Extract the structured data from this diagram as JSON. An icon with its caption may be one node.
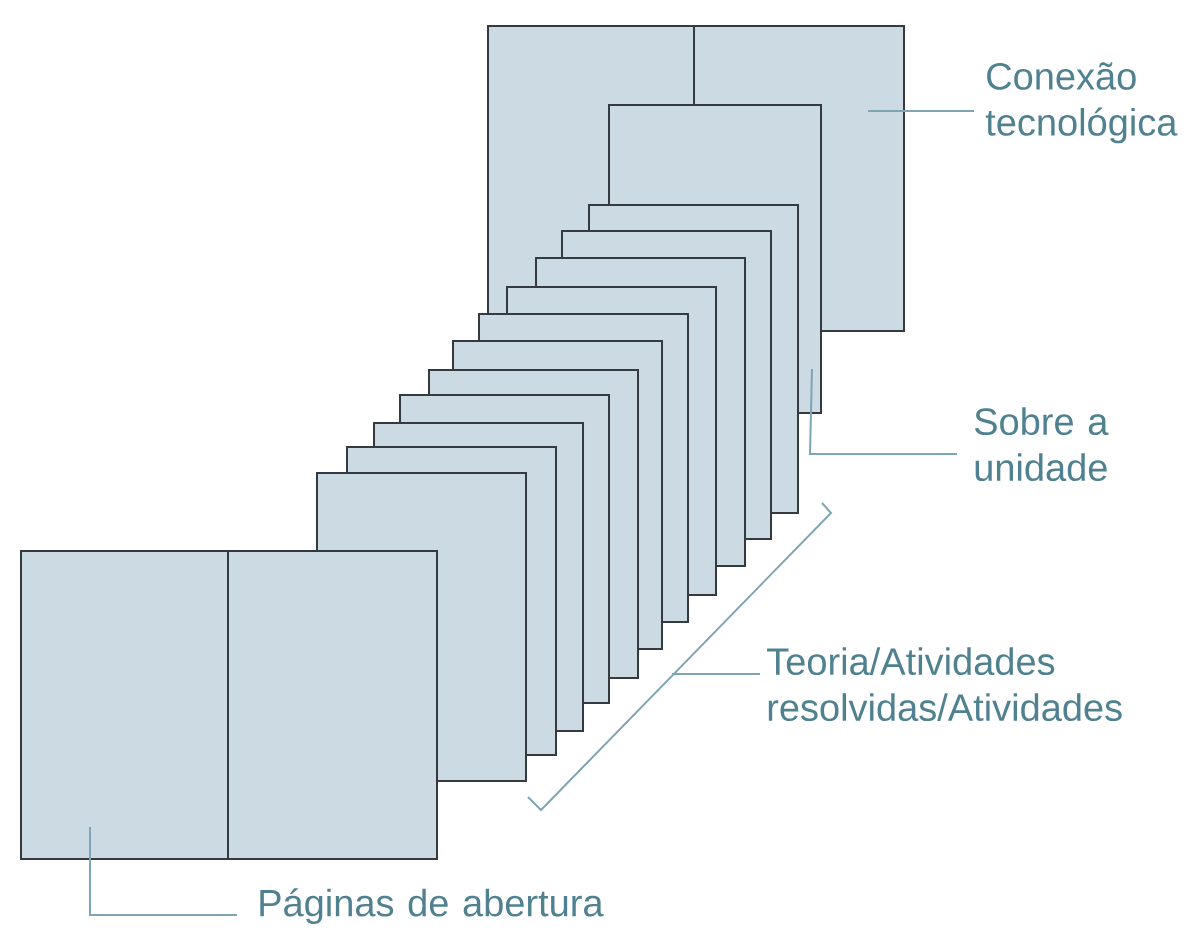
{
  "diagram": {
    "nodes": [
      {
        "text": [],
        "shape": "box"
      },
      {
        "text": [],
        "shape": "box"
      },
      {
        "text": [],
        "shape": "box"
      },
      {
        "text": [],
        "shape": "box"
      },
      {
        "text": [],
        "shape": "box"
      },
      {
        "text": [],
        "shape": "box"
      },
      {
        "text": [],
        "shape": "box"
      },
      {
        "text": [],
        "shape": "box"
      },
      {
        "text": [],
        "shape": "box"
      },
      {
        "text": [],
        "shape": "box"
      },
      {
        "text": [],
        "shape": "box"
      },
      {
        "text": [],
        "shape": "box"
      },
      {
        "text": [],
        "shape": "box"
      },
      {
        "text": [],
        "shape": "box"
      },
      {
        "text": [],
        "shape": "bracket"
      },
      {
        "text": [
          "Conexão tecnológica"
        ]
      },
      {
        "text": [
          "Sobre a unidade"
        ]
      },
      {
        "text": [
          "Teoria/Atividades resolvidas/Atividades"
        ]
      },
      {
        "text": [
          "Páginas de abertura"
        ]
      }
    ],
    "edges": [
      {
        "from": 15,
        "to": 0,
        "arrow": "none"
      },
      {
        "from": 16,
        "to": 1,
        "arrow": "none"
      },
      {
        "from": 17,
        "to": 14,
        "arrow": "none"
      },
      {
        "from": 18,
        "to": 13,
        "arrow": "none"
      }
    ]
  }
}
